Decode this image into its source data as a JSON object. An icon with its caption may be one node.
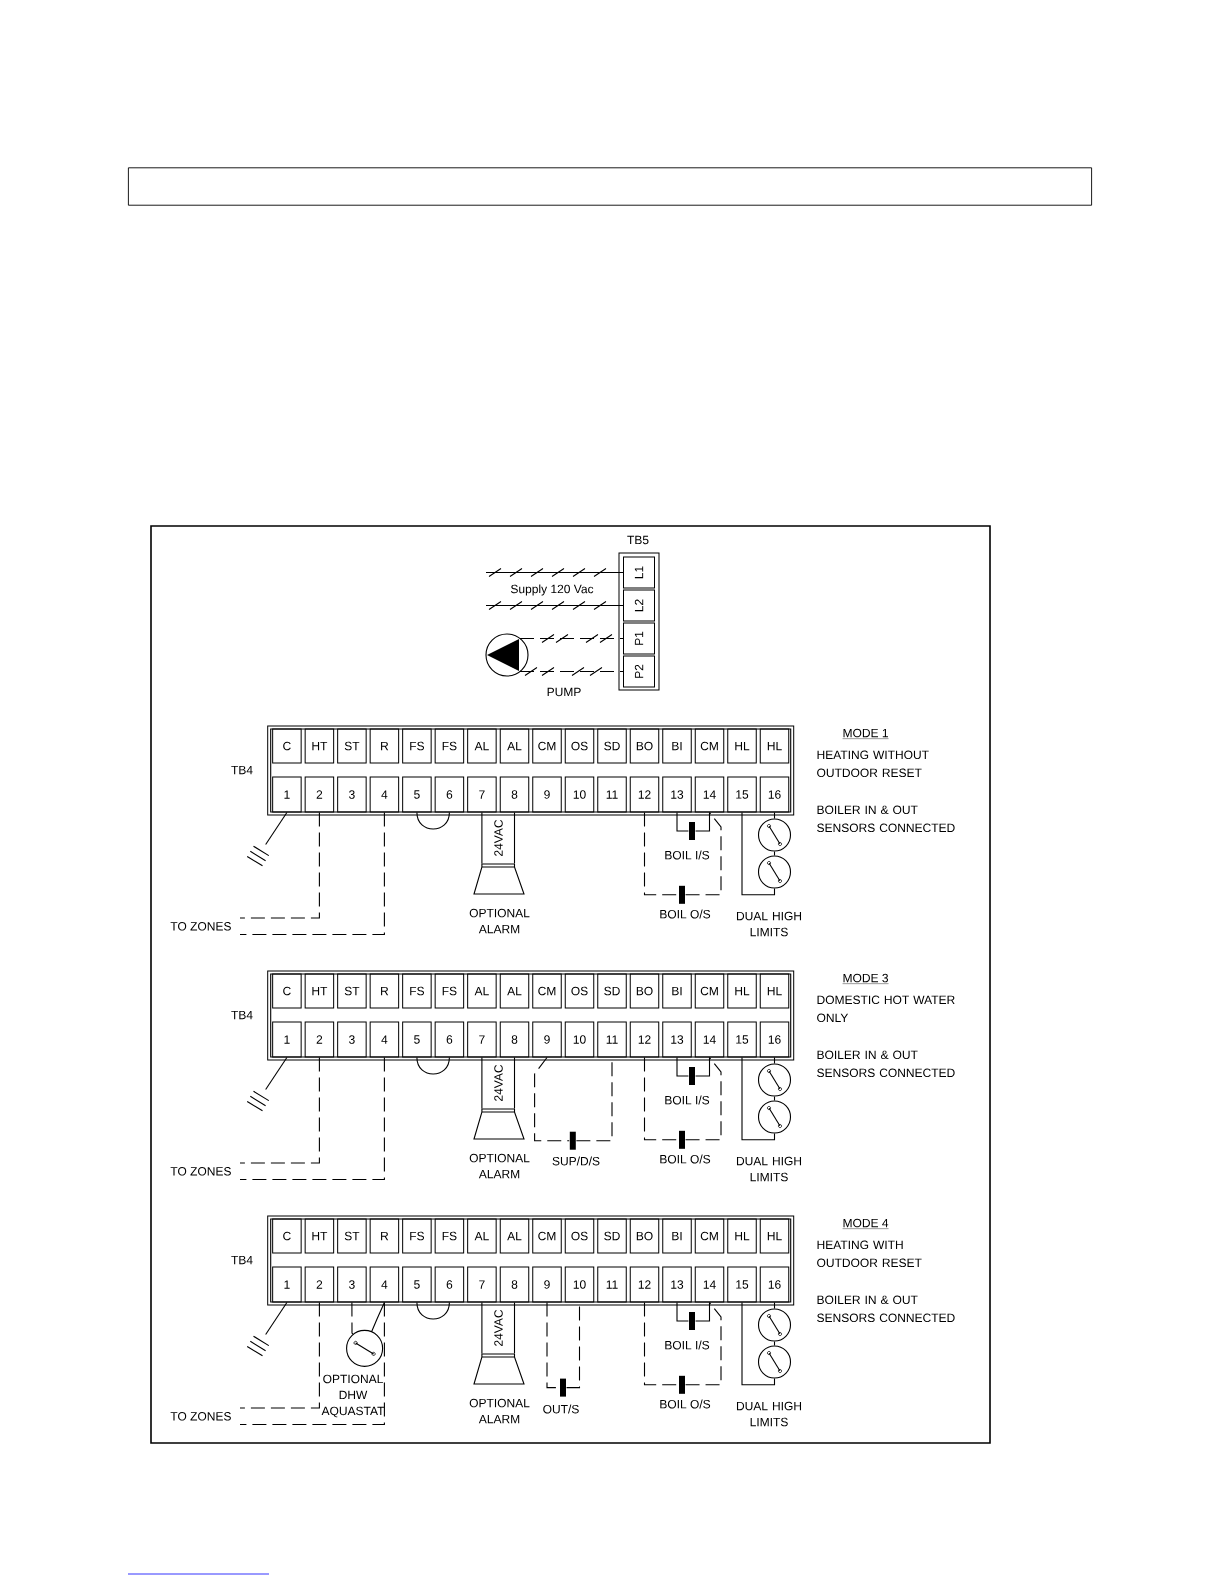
{
  "diagram": {
    "nodes": [
      {
        "text": [
          "TB5"
        ]
      },
      {
        "text": [
          "L1"
        ],
        "in": 0
      },
      {
        "text": [
          "L2"
        ],
        "in": 0
      },
      {
        "text": [
          "P1"
        ],
        "in": 0
      },
      {
        "text": [
          "P2"
        ],
        "in": 0
      },
      {
        "text": [],
        "shape": "circle",
        "beside": [
          "PUMP"
        ]
      },
      {
        "text": [
          "TB4"
        ]
      },
      {
        "text": [
          "C"
        ],
        "in": 6
      },
      {
        "text": [
          "HT"
        ],
        "in": 6
      },
      {
        "text": [
          "ST"
        ],
        "in": 6
      },
      {
        "text": [
          "R"
        ],
        "in": 6
      },
      {
        "text": [
          "FS"
        ],
        "in": 6
      },
      {
        "text": [
          "FS"
        ],
        "in": 6
      },
      {
        "text": [
          "AL"
        ],
        "in": 6
      },
      {
        "text": [
          "AL"
        ],
        "in": 6
      },
      {
        "text": [
          "CM"
        ],
        "in": 6
      },
      {
        "text": [
          "OS"
        ],
        "in": 6
      },
      {
        "text": [
          "SD"
        ],
        "in": 6
      },
      {
        "text": [
          "BO"
        ],
        "in": 6
      },
      {
        "text": [
          "BI"
        ],
        "in": 6
      },
      {
        "text": [
          "CM"
        ],
        "in": 6
      },
      {
        "text": [
          "HL"
        ],
        "in": 6
      },
      {
        "text": [
          "HL"
        ],
        "in": 6
      },
      {
        "text": [
          "1"
        ],
        "in": 6
      },
      {
        "text": [
          "2"
        ],
        "in": 6
      },
      {
        "text": [
          "3"
        ],
        "in": 6
      },
      {
        "text": [
          "4"
        ],
        "in": 6
      },
      {
        "text": [
          "5"
        ],
        "in": 6
      },
      {
        "text": [
          "6"
        ],
        "in": 6
      },
      {
        "text": [
          "7"
        ],
        "in": 6
      },
      {
        "text": [
          "8"
        ],
        "in": 6
      },
      {
        "text": [
          "9"
        ],
        "in": 6
      },
      {
        "text": [
          "10"
        ],
        "in": 6
      },
      {
        "text": [
          "11"
        ],
        "in": 6
      },
      {
        "text": [
          "12"
        ],
        "in": 6
      },
      {
        "text": [
          "13"
        ],
        "in": 6
      },
      {
        "text": [
          "14"
        ],
        "in": 6
      },
      {
        "text": [
          "15"
        ],
        "in": 6
      },
      {
        "text": [
          "16"
        ],
        "in": 6
      },
      {
        "text": [],
        "shape": "picture"
      },
      {
        "text": [],
        "shape": "picture",
        "beside": [
          "OPTIONAL ALARM"
        ]
      },
      {
        "text": [],
        "shape": "bar",
        "beside": [
          "BOIL I/S"
        ]
      },
      {
        "text": [],
        "shape": "bar",
        "beside": [
          "BOIL O/S"
        ]
      },
      {
        "text": [],
        "shape": "circle"
      },
      {
        "text": [],
        "shape": "circle",
        "beside": [
          "DUAL HIGH LIMITS"
        ]
      },
      {
        "text": [
          "TO ZONES"
        ]
      },
      {
        "text": [
          "TB4"
        ]
      },
      {
        "text": [
          "C"
        ],
        "in": 46
      },
      {
        "text": [
          "HT"
        ],
        "in": 46
      },
      {
        "text": [
          "ST"
        ],
        "in": 46
      },
      {
        "text": [
          "R"
        ],
        "in": 46
      },
      {
        "text": [
          "FS"
        ],
        "in": 46
      },
      {
        "text": [
          "FS"
        ],
        "in": 46
      },
      {
        "text": [
          "AL"
        ],
        "in": 46
      },
      {
        "text": [
          "AL"
        ],
        "in": 46
      },
      {
        "text": [
          "CM"
        ],
        "in": 46
      },
      {
        "text": [
          "OS"
        ],
        "in": 46
      },
      {
        "text": [
          "SD"
        ],
        "in": 46
      },
      {
        "text": [
          "BO"
        ],
        "in": 46
      },
      {
        "text": [
          "BI"
        ],
        "in": 46
      },
      {
        "text": [
          "CM"
        ],
        "in": 46
      },
      {
        "text": [
          "HL"
        ],
        "in": 46
      },
      {
        "text": [
          "HL"
        ],
        "in": 46
      },
      {
        "text": [
          "1"
        ],
        "in": 46
      },
      {
        "text": [
          "2"
        ],
        "in": 46
      },
      {
        "text": [
          "3"
        ],
        "in": 46
      },
      {
        "text": [
          "4"
        ],
        "in": 46
      },
      {
        "text": [
          "5"
        ],
        "in": 46
      },
      {
        "text": [
          "6"
        ],
        "in": 46
      },
      {
        "text": [
          "7"
        ],
        "in": 46
      },
      {
        "text": [
          "8"
        ],
        "in": 46
      },
      {
        "text": [
          "9"
        ],
        "in": 46
      },
      {
        "text": [
          "10"
        ],
        "in": 46
      },
      {
        "text": [
          "11"
        ],
        "in": 46
      },
      {
        "text": [
          "12"
        ],
        "in": 46
      },
      {
        "text": [
          "13"
        ],
        "in": 46
      },
      {
        "text": [
          "14"
        ],
        "in": 46
      },
      {
        "text": [
          "15"
        ],
        "in": 46
      },
      {
        "text": [
          "16"
        ],
        "in": 46
      },
      {
        "text": [],
        "shape": "picture"
      },
      {
        "text": [],
        "shape": "picture",
        "beside": [
          "OPTIONAL ALARM"
        ]
      },
      {
        "text": [],
        "shape": "bar",
        "beside": [
          "SUP/D/S"
        ]
      },
      {
        "text": [],
        "shape": "bar",
        "beside": [
          "BOIL I/S"
        ]
      },
      {
        "text": [],
        "shape": "bar",
        "beside": [
          "BOIL O/S"
        ]
      },
      {
        "text": [],
        "shape": "circle"
      },
      {
        "text": [],
        "shape": "circle",
        "beside": [
          "DUAL HIGH LIMITS"
        ]
      },
      {
        "text": [
          "TO ZONES"
        ]
      },
      {
        "text": [
          "TB4"
        ]
      },
      {
        "text": [
          "C"
        ],
        "in": 87
      },
      {
        "text": [
          "HT"
        ],
        "in": 87
      },
      {
        "text": [
          "ST"
        ],
        "in": 87
      },
      {
        "text": [
          "R"
        ],
        "in": 87
      },
      {
        "text": [
          "FS"
        ],
        "in": 87
      },
      {
        "text": [
          "FS"
        ],
        "in": 87
      },
      {
        "text": [
          "AL"
        ],
        "in": 87
      },
      {
        "text": [
          "AL"
        ],
        "in": 87
      },
      {
        "text": [
          "CM"
        ],
        "in": 87
      },
      {
        "text": [
          "OS"
        ],
        "in": 87
      },
      {
        "text": [
          "SD"
        ],
        "in": 87
      },
      {
        "text": [
          "BO"
        ],
        "in": 87
      },
      {
        "text": [
          "BI"
        ],
        "in": 87
      },
      {
        "text": [
          "CM"
        ],
        "in": 87
      },
      {
        "text": [
          "HL"
        ],
        "in": 87
      },
      {
        "text": [
          "HL"
        ],
        "in": 87
      },
      {
        "text": [
          "1"
        ],
        "in": 87
      },
      {
        "text": [
          "2"
        ],
        "in": 87
      },
      {
        "text": [
          "3"
        ],
        "in": 87
      },
      {
        "text": [
          "4"
        ],
        "in": 87
      },
      {
        "text": [
          "5"
        ],
        "in": 87
      },
      {
        "text": [
          "6"
        ],
        "in": 87
      },
      {
        "text": [
          "7"
        ],
        "in": 87
      },
      {
        "text": [
          "8"
        ],
        "in": 87
      },
      {
        "text": [
          "9"
        ],
        "in": 87
      },
      {
        "text": [
          "10"
        ],
        "in": 87
      },
      {
        "text": [
          "11"
        ],
        "in": 87
      },
      {
        "text": [
          "12"
        ],
        "in": 87
      },
      {
        "text": [
          "13"
        ],
        "in": 87
      },
      {
        "text": [
          "14"
        ],
        "in": 87
      },
      {
        "text": [
          "15"
        ],
        "in": 87
      },
      {
        "text": [
          "16"
        ],
        "in": 87
      },
      {
        "text": [],
        "shape": "picture"
      },
      {
        "text": [],
        "shape": "circle",
        "beside": [
          "OPTIONAL DHW AQUASTAT"
        ]
      },
      {
        "text": [],
        "shape": "picture",
        "beside": [
          "OPTIONAL ALARM"
        ]
      },
      {
        "text": [],
        "shape": "bar",
        "beside": [
          "OUT/S"
        ]
      },
      {
        "text": [],
        "shape": "bar",
        "beside": [
          "BOIL I/S"
        ]
      },
      {
        "text": [],
        "shape": "bar",
        "beside": [
          "BOIL O/S"
        ]
      },
      {
        "text": [],
        "shape": "circle"
      },
      {
        "text": [],
        "shape": "circle",
        "beside": [
          "DUAL HIGH LIMITS"
        ]
      },
      {
        "text": [
          "TO ZONES"
        ]
      }
    ],
    "edges": [
      {
        "from": null,
        "to": 1,
        "arrow": "none"
      },
      {
        "from": null,
        "to": 2,
        "arrow": "none"
      },
      {
        "from": 5,
        "to": 3,
        "arrow": "none",
        "style": "dashed"
      },
      {
        "from": 5,
        "to": 4,
        "arrow": "none",
        "style": "dashed"
      },
      {
        "from": 23,
        "to": 39,
        "arrow": "none"
      },
      {
        "from": 24,
        "to": 45,
        "arrow": "none",
        "style": "dashed"
      },
      {
        "from": 26,
        "to": 45,
        "arrow": "none",
        "style": "dashed"
      },
      {
        "from": 27,
        "to": 28,
        "arrow": "none"
      },
      {
        "from": 29,
        "to": 40,
        "arrow": "none"
      },
      {
        "from": 30,
        "to": 40,
        "arrow": "none"
      },
      {
        "from": 35,
        "to": 41,
        "arrow": "none"
      },
      {
        "from": 41,
        "to": 36,
        "arrow": "none"
      },
      {
        "from": 34,
        "to": 42,
        "arrow": "none",
        "style": "dashed"
      },
      {
        "from": 42,
        "to": 36,
        "arrow": "none",
        "style": "dashed"
      },
      {
        "from": 37,
        "to": 44,
        "arrow": "none"
      },
      {
        "from": 44,
        "to": 43,
        "arrow": "none"
      },
      {
        "from": 43,
        "to": 38,
        "arrow": "none"
      },
      {
        "from": 63,
        "to": 79,
        "arrow": "none"
      },
      {
        "from": 64,
        "to": 86,
        "arrow": "none",
        "style": "dashed"
      },
      {
        "from": 66,
        "to": 86,
        "arrow": "none",
        "style": "dashed"
      },
      {
        "from": 67,
        "to": 68,
        "arrow": "none"
      },
      {
        "from": 69,
        "to": 80,
        "arrow": "none"
      },
      {
        "from": 70,
        "to": 80,
        "arrow": "none"
      },
      {
        "from": 71,
        "to": 81,
        "arrow": "none",
        "style": "dashed"
      },
      {
        "from": 81,
        "to": 73,
        "arrow": "none",
        "style": "dashed"
      },
      {
        "from": 75,
        "to": 82,
        "arrow": "none"
      },
      {
        "from": 82,
        "to": 76,
        "arrow": "none"
      },
      {
        "from": 74,
        "to": 83,
        "arrow": "none",
        "style": "dashed"
      },
      {
        "from": 83,
        "to": 76,
        "arrow": "none",
        "style": "dashed"
      },
      {
        "from": 77,
        "to": 85,
        "arrow": "none"
      },
      {
        "from": 85,
        "to": 84,
        "arrow": "none"
      },
      {
        "from": 84,
        "to": 78,
        "arrow": "none"
      },
      {
        "from": 104,
        "to": 120,
        "arrow": "none"
      },
      {
        "from": 105,
        "to": 128,
        "arrow": "none",
        "style": "dashed"
      },
      {
        "from": 107,
        "to": 128,
        "arrow": "none",
        "style": "dashed"
      },
      {
        "from": 106,
        "to": 121,
        "arrow": "none",
        "style": "dashed"
      },
      {
        "from": 107,
        "to": 121,
        "arrow": "none"
      },
      {
        "from": 108,
        "to": 109,
        "arrow": "none"
      },
      {
        "from": 110,
        "to": 122,
        "arrow": "none"
      },
      {
        "from": 111,
        "to": 122,
        "arrow": "none"
      },
      {
        "from": 112,
        "to": 123,
        "arrow": "none",
        "style": "dashed"
      },
      {
        "from": 123,
        "to": 113,
        "arrow": "none",
        "style": "dashed"
      },
      {
        "from": 116,
        "to": 124,
        "arrow": "none"
      },
      {
        "from": 124,
        "to": 117,
        "arrow": "none"
      },
      {
        "from": 115,
        "to": 125,
        "arrow": "none",
        "style": "dashed"
      },
      {
        "from": 125,
        "to": 117,
        "arrow": "none",
        "style": "dashed"
      },
      {
        "from": 118,
        "to": 127,
        "arrow": "none"
      },
      {
        "from": 127,
        "to": 126,
        "arrow": "none"
      },
      {
        "from": 126,
        "to": 119,
        "arrow": "none"
      }
    ],
    "labels": [
      "Supply 120 Vac",
      "MODE 1",
      "HEATING WITHOUT OUTDOOR RESET",
      "BOILER IN & OUT SENSORS CONNECTED",
      "24VAC",
      "MODE 3",
      "DOMESTIC HOT WATER ONLY",
      "BOILER IN & OUT SENSORS CONNECTED",
      "24VAC",
      "MODE 4",
      "HEATING WITH OUTDOOR RESET",
      "BOILER IN & OUT SENSORS CONNECTED",
      "24VAC"
    ]
  }
}
